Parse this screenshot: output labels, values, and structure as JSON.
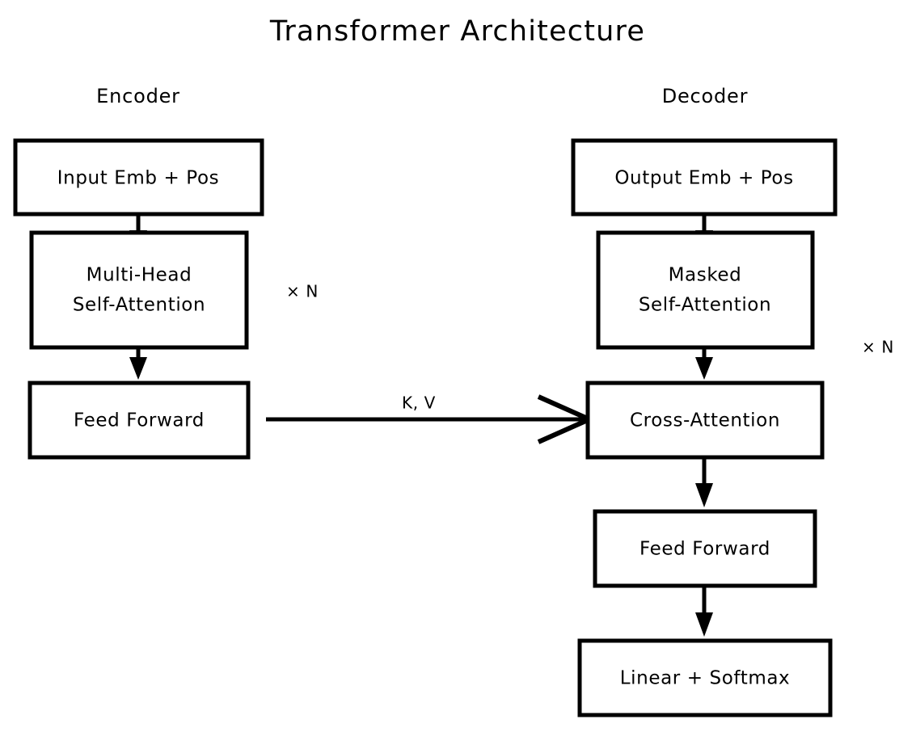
{
  "diagram": {
    "title": "Transformer Architecture",
    "style": "hand-drawn sketch",
    "background_color": "#ffffff",
    "stroke_color": "#000000",
    "columns": [
      {
        "id": "encoder",
        "label": "Encoder"
      },
      {
        "id": "decoder",
        "label": "Decoder"
      }
    ],
    "encoder": {
      "label": "Encoder",
      "repeat_label": "× N",
      "nodes": [
        {
          "id": "input-embedding",
          "label": "Input Emb + Pos"
        },
        {
          "id": "multi-head-self-attention",
          "label_line1": "Multi-Head",
          "label_line2": "Self-Attention"
        },
        {
          "id": "encoder-feed-forward",
          "label": "Feed Forward"
        }
      ]
    },
    "decoder": {
      "label": "Decoder",
      "repeat_label": "× N",
      "nodes": [
        {
          "id": "output-embedding",
          "label": "Output Emb + Pos"
        },
        {
          "id": "masked-self-attention",
          "label_line1": "Masked",
          "label_line2": "Self-Attention"
        },
        {
          "id": "cross-attention",
          "label": "Cross-Attention"
        },
        {
          "id": "decoder-feed-forward",
          "label": "Feed Forward"
        },
        {
          "id": "linear-softmax",
          "label": "Linear + Softmax"
        }
      ]
    },
    "connections": [
      {
        "id": "enc-emb-to-mhsa",
        "from": "input-embedding",
        "to": "multi-head-self-attention",
        "label": ""
      },
      {
        "id": "enc-mhsa-to-ff",
        "from": "multi-head-self-attention",
        "to": "encoder-feed-forward",
        "label": ""
      },
      {
        "id": "enc-ff-to-cross",
        "from": "encoder-feed-forward",
        "to": "cross-attention",
        "label": "K, V"
      },
      {
        "id": "dec-emb-to-masked",
        "from": "output-embedding",
        "to": "masked-self-attention",
        "label": ""
      },
      {
        "id": "dec-masked-to-cross",
        "from": "masked-self-attention",
        "to": "cross-attention",
        "label": ""
      },
      {
        "id": "dec-cross-to-ff",
        "from": "cross-attention",
        "to": "decoder-feed-forward",
        "label": ""
      },
      {
        "id": "dec-ff-to-linear",
        "from": "decoder-feed-forward",
        "to": "linear-softmax",
        "label": ""
      }
    ],
    "annotations": [
      {
        "id": "encoder-repeat",
        "text": "× N"
      },
      {
        "id": "decoder-repeat",
        "text": "× N"
      },
      {
        "id": "kv-edge-label",
        "text": "K, V"
      }
    ]
  }
}
